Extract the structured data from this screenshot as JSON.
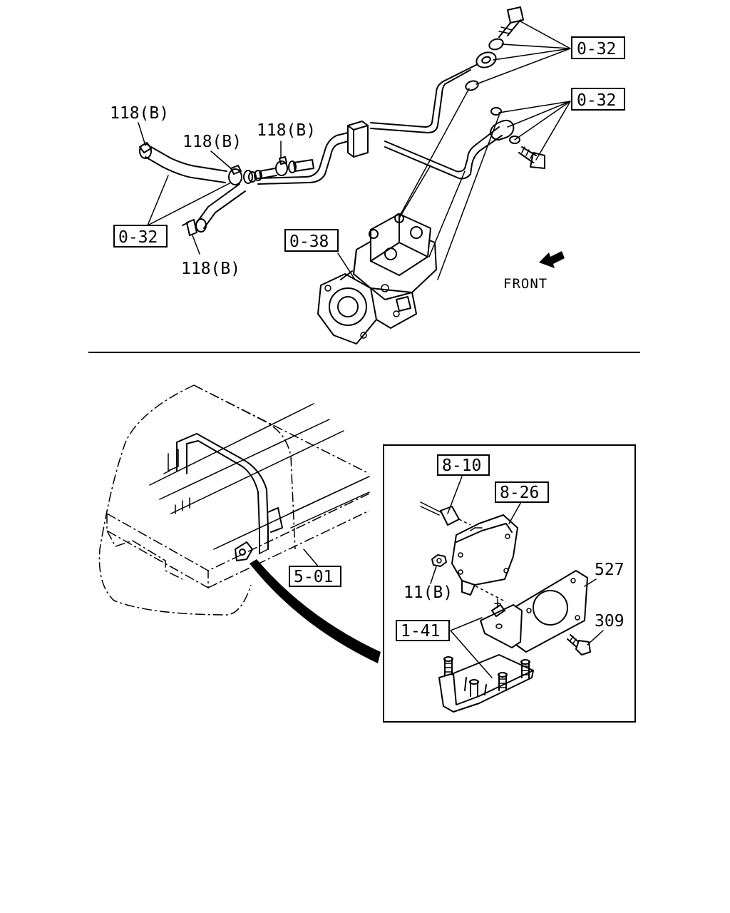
{
  "top_view": {
    "callouts": {
      "c_0_32_top": "0-32",
      "c_0_32_mid": "0-32",
      "c_0_32_left": "0-32",
      "c_0_38": "0-38",
      "c_118b_a": "118(B)",
      "c_118b_b": "118(B)",
      "c_118b_c": "118(B)",
      "c_118b_d": "118(B)"
    },
    "front_label": "FRONT"
  },
  "bottom_view": {
    "callouts": {
      "c_5_01": "5-01",
      "c_8_10": "8-10",
      "c_8_26": "8-26",
      "c_11b": "11(B)",
      "c_527": "527",
      "c_309": "309",
      "c_1_41": "1-41"
    }
  }
}
